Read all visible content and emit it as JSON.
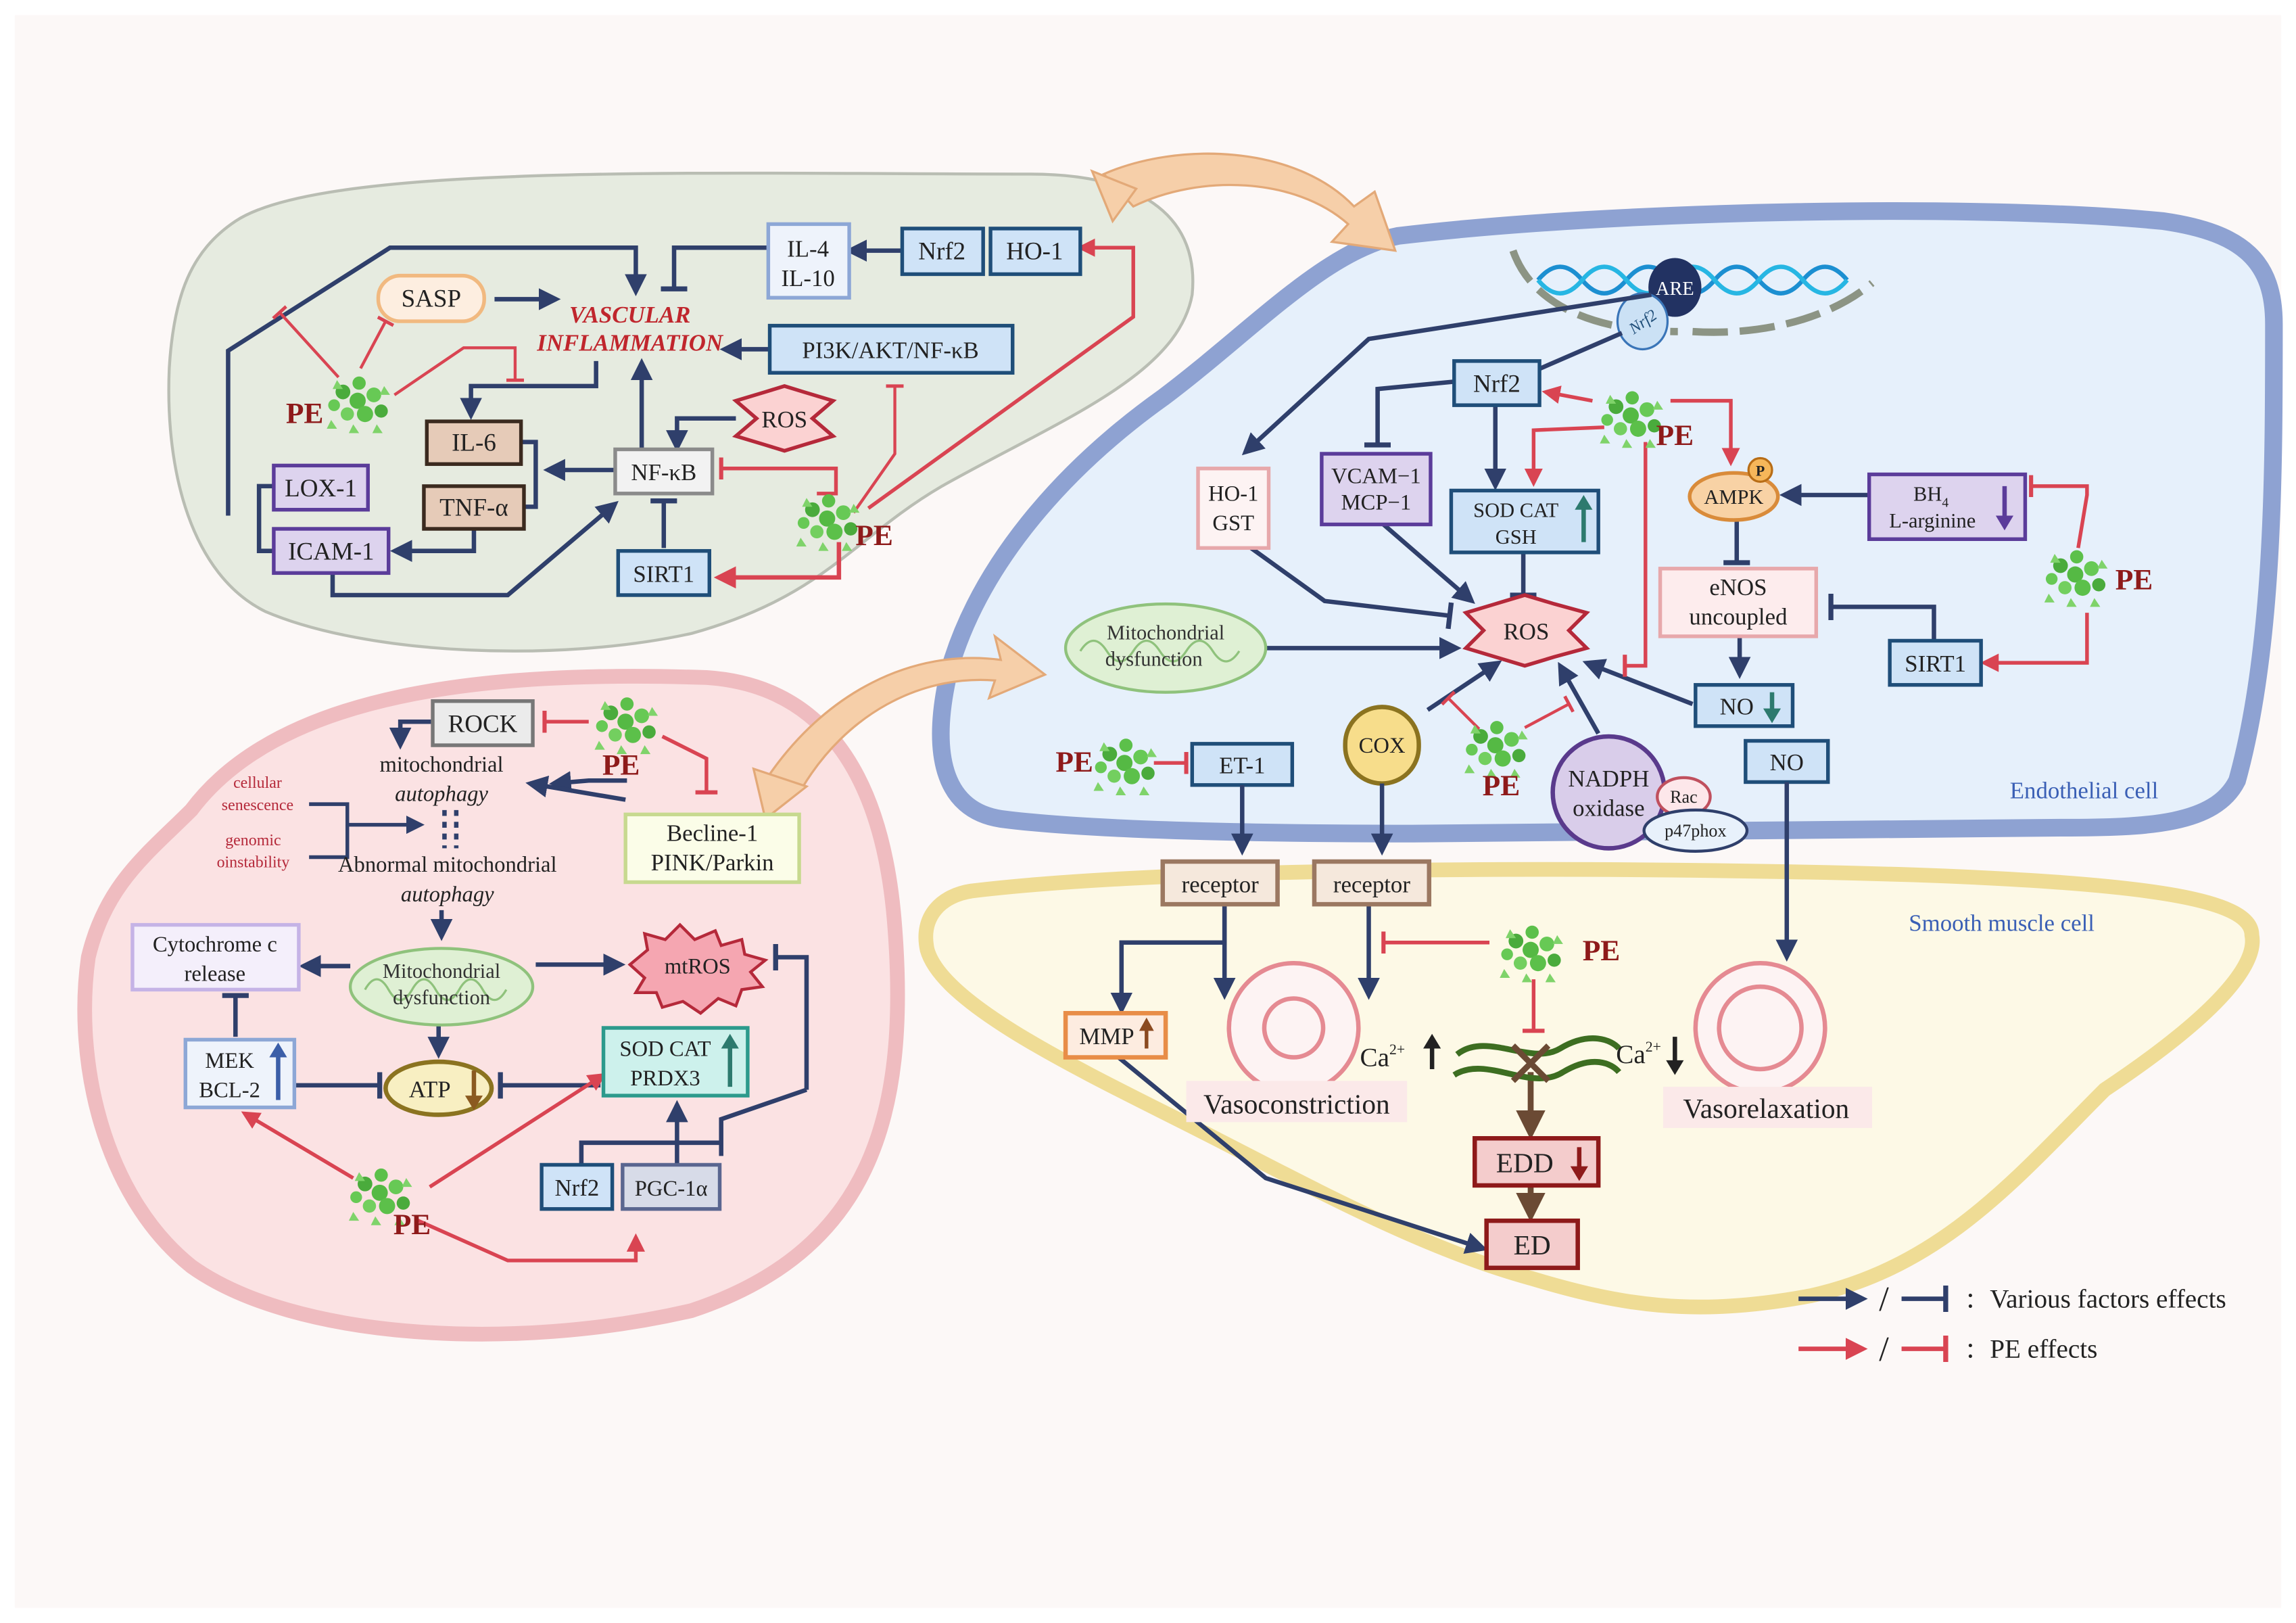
{
  "colors": {
    "navy": "#2f3f6b",
    "red": "#d94452",
    "pe_red": "#8e1a1a",
    "pe_green": "#5cc04a",
    "inflammation_bg": "#e6ebe0",
    "mito_bg": "#fbe2e3",
    "endo_bg": "#e6f0fb",
    "endo_border": "#8ea2d2",
    "smc_bg": "#fdf9e6",
    "smc_border": "#efdc95",
    "cell_label": "#3a5fb5"
  },
  "common": {
    "pe": "PE",
    "ros": "ROS",
    "nrf2": "Nrf2",
    "sirt1": "SIRT1",
    "receptor": "receptor",
    "no": "NO",
    "sod_cat": "SOD CAT",
    "mitochondrial_dysfunction_1": "Mitochondrial",
    "mitochondrial_dysfunction_2": "dysfunction"
  },
  "inflammation_panel": {
    "title_1": "VASCULAR",
    "title_2": "INFLAMMATION",
    "sasp": "SASP",
    "il4": "IL-4",
    "il10": "IL-10",
    "ho1": "HO-1",
    "pi3k": "PI3K/AKT/NF-κB",
    "il6": "IL-6",
    "tnf": "TNF-α",
    "lox1": "LOX-1",
    "icam1": "ICAM-1",
    "nfkb": "NF-κB"
  },
  "mito_panel": {
    "rock": "ROCK",
    "autophagy_1": "mitochondrial",
    "autophagy_2": "autophagy",
    "abnormal_1": "Abnormal mitochondrial",
    "abnormal_2": "autophagy",
    "cellular_1": "cellular",
    "cellular_2": "senescence",
    "genomic_1": "genomic",
    "genomic_2": "oinstability",
    "becline_1": "Becline-1",
    "becline_2": "PINK/Parkin",
    "cyto_1": "Cytochrome c",
    "cyto_2": "release",
    "mtros": "mtROS",
    "mek": "MEK",
    "bcl2": "BCL-2",
    "atp": "ATP",
    "prdx3": "PRDX3",
    "pgc": "PGC-1α"
  },
  "endo_panel": {
    "are": "ARE",
    "ho1": "HO-1",
    "gst": "GST",
    "vcam": "VCAM−1",
    "mcp": "MCP−1",
    "gsh": "GSH",
    "ampk": "AMPK",
    "p": "P",
    "bh4": "BH",
    "bh4_sub": "4",
    "larg": "L-arginine",
    "enos_1": "eNOS",
    "enos_2": "uncoupled",
    "et1": "ET-1",
    "cox": "COX",
    "nadph_1": "NADPH",
    "nadph_2": "oxidase",
    "rac": "Rac",
    "p47": "p47phox",
    "label": "Endothelial cell"
  },
  "smc_panel": {
    "label": "Smooth muscle cell",
    "mmp": "MMP",
    "ca": "Ca",
    "ca_sup": "2+",
    "vasoconstriction": "Vasoconstriction",
    "vasorelaxation": "Vasorelaxation",
    "edd": "EDD",
    "ed": "ED"
  },
  "legend": {
    "sep": "/",
    "colon": ":",
    "various": "Various factors effects",
    "pe_effects": "PE effects"
  }
}
